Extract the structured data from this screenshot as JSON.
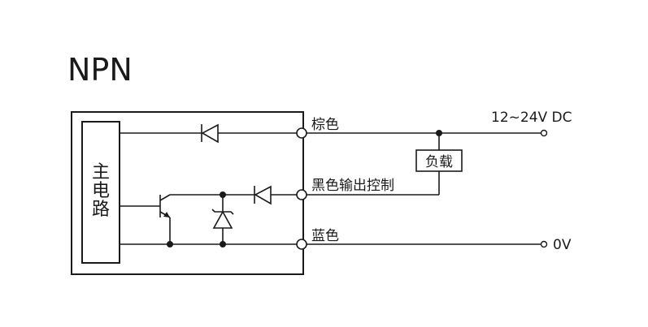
{
  "title": "NPN",
  "main_circuit_label": [
    "主",
    "电",
    "路"
  ],
  "wires": {
    "brown": "棕色",
    "black": "黑色输出控制",
    "blue": "蓝色"
  },
  "supply": {
    "positive": "12~24V DC",
    "ground": "0V"
  },
  "load_label": "负载",
  "colors": {
    "line": "#1a1a1a",
    "background": "#ffffff"
  }
}
